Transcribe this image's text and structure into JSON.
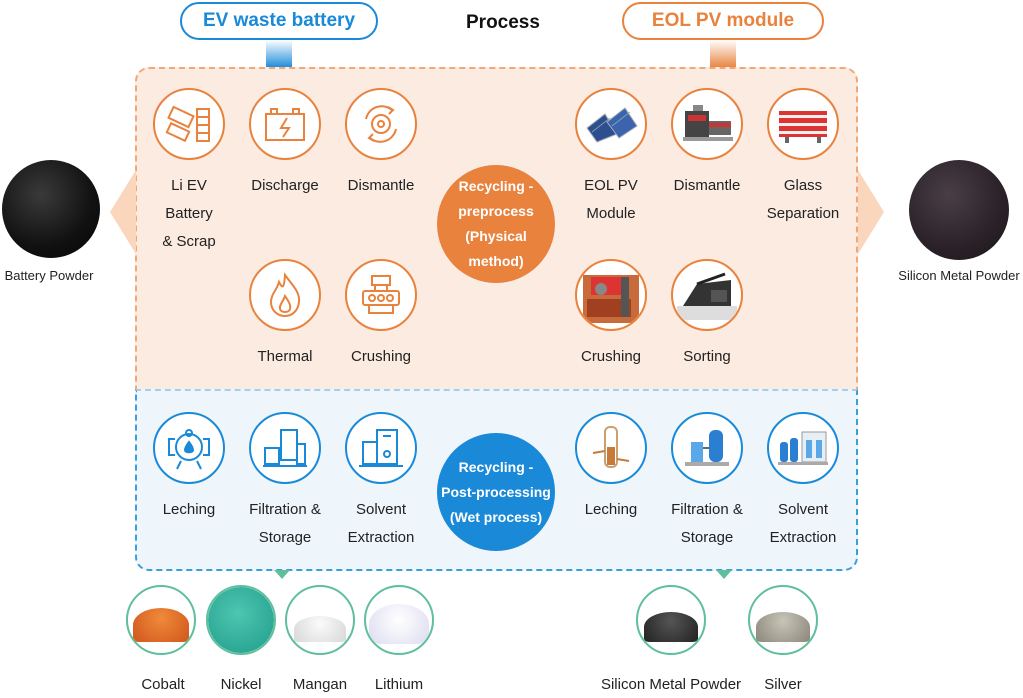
{
  "header": {
    "left_pill": "EV waste battery",
    "title": "Process",
    "right_pill": "EOL PV module"
  },
  "colors": {
    "orange": "#e8823d",
    "blue": "#1a8ad8",
    "green": "#5fbf9c",
    "panel_top": "#fcebe0",
    "panel_bottom": "#eef6fc"
  },
  "inputs": {
    "left": "Battery Powder",
    "right": "Silicon Metal Powder"
  },
  "preprocess": {
    "center": [
      "Recycling -",
      "preprocess",
      "(Physical",
      "method)"
    ],
    "ev_steps": [
      {
        "label": [
          "Li EV",
          "Battery",
          "& Scrap"
        ],
        "icon": "battery-scrap-icon"
      },
      {
        "label": [
          "Discharge"
        ],
        "icon": "car-battery-icon"
      },
      {
        "label": [
          "Dismantle"
        ],
        "icon": "gear-cycle-icon"
      },
      {
        "label": [
          "Thermal"
        ],
        "icon": "flame-icon"
      },
      {
        "label": [
          "Crushing"
        ],
        "icon": "crusher-icon"
      }
    ],
    "pv_steps": [
      {
        "label": [
          "EOL PV",
          "Module"
        ],
        "icon": "solar-panel-icon"
      },
      {
        "label": [
          "Dismantle"
        ],
        "icon": "dismantle-machine-icon"
      },
      {
        "label": [
          "Glass",
          "Separation"
        ],
        "icon": "glass-separator-icon"
      },
      {
        "label": [
          "Crushing"
        ],
        "icon": "crushing-machine-icon"
      },
      {
        "label": [
          "Sorting"
        ],
        "icon": "sorting-machine-icon"
      }
    ]
  },
  "postprocess": {
    "center": [
      "Recycling -",
      "Post-processing",
      "(Wet process)"
    ],
    "ev_steps": [
      {
        "label": [
          "Leching"
        ],
        "icon": "leaching-tank-icon"
      },
      {
        "label": [
          "Filtration &",
          "Storage"
        ],
        "icon": "filtration-tank-icon"
      },
      {
        "label": [
          "Solvent",
          "Extraction"
        ],
        "icon": "solvent-extraction-icon"
      }
    ],
    "pv_steps": [
      {
        "label": [
          "Leching"
        ],
        "icon": "leaching-column-icon"
      },
      {
        "label": [
          "Filtration &",
          "Storage"
        ],
        "icon": "filtration-unit-icon"
      },
      {
        "label": [
          "Solvent",
          "Extraction"
        ],
        "icon": "extraction-plant-icon"
      }
    ]
  },
  "outputs": {
    "ev": [
      "Cobalt",
      "Nickel",
      "Mangan",
      "Lithium"
    ],
    "pv": [
      "Silicon Metal Powder",
      "Silver"
    ]
  }
}
